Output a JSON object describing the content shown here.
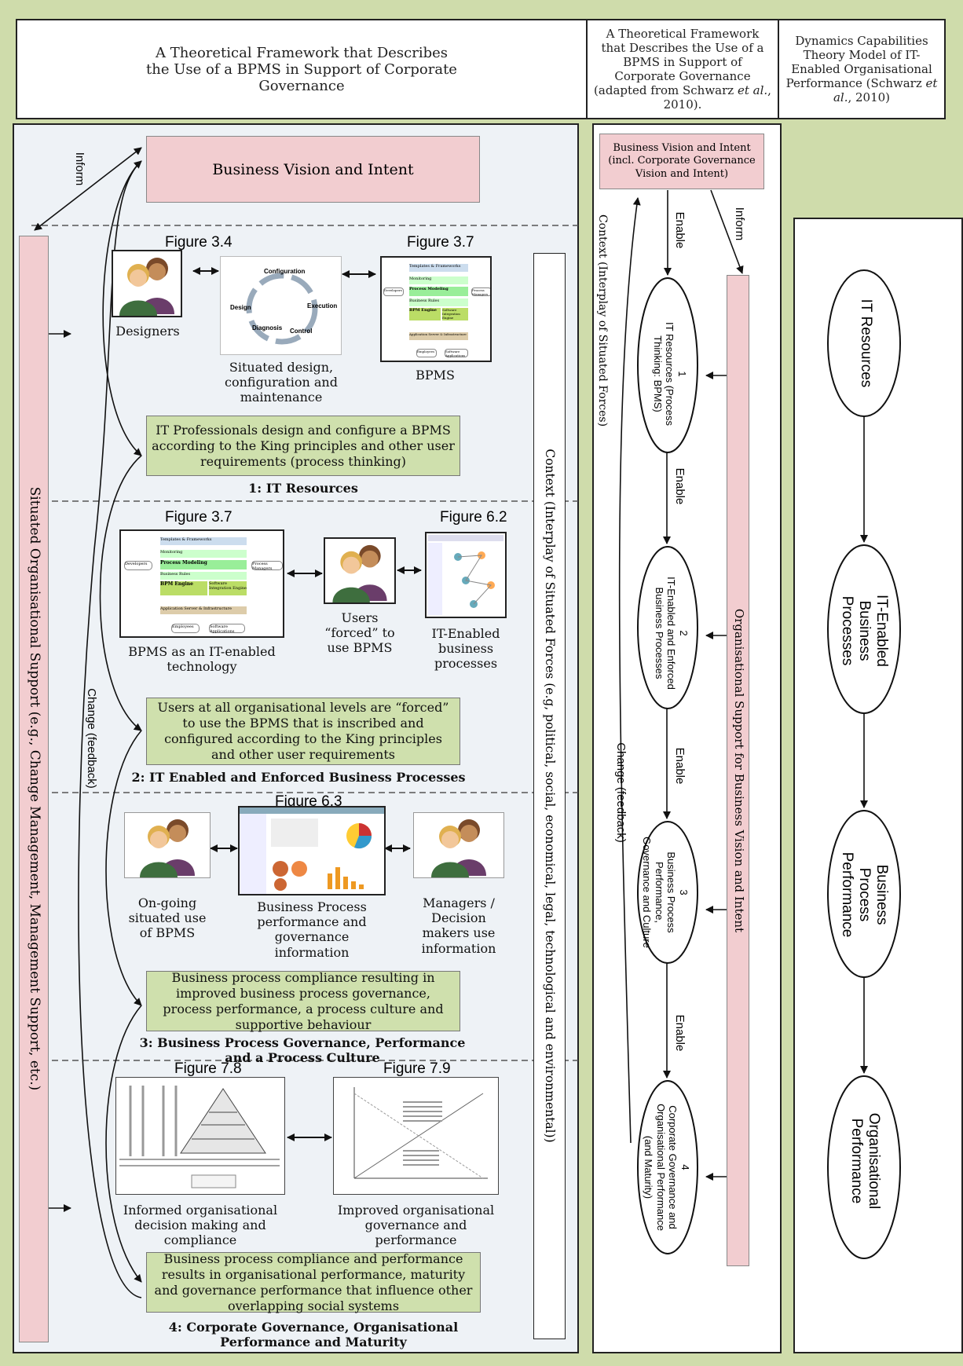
{
  "header": {
    "main_title": "A Theoretical Framework that Describes the Use of a BPMS in Support of Corporate Governance",
    "col2_title_pre": "A Theoretical Framework that Describes the Use of a BPMS in Support of Corporate Governance (adapted from Schwarz ",
    "col2_title_em": "et al.",
    "col2_title_post": ", 2010).",
    "col3_title_pre": "Dynamics Capabilities Theory Model of IT-Enabled Organisational Performance (Schwarz ",
    "col3_title_em": "et al.",
    "col3_title_post": ", 2010)"
  },
  "left": {
    "business_vision": "Business Vision and Intent",
    "inform": "Inform",
    "side_support": "Situated Organisational Support (e.g., Change Management, Management Support, etc.)",
    "change_feedback": "Change (feedback)",
    "context": "Context (Interplay of Situated Forces (e.g, political, social, economical, legal, technological and environmental))",
    "phase1": {
      "fig_a": "Figure 3.4",
      "fig_b": "Figure 3.7",
      "designers": "Designers",
      "situated": "Situated design, configuration and maintenance",
      "bpms": "BPMS",
      "box": "IT Professionals design and configure a BPMS according to the King principles and other user requirements (process thinking)",
      "title": "1: IT Resources",
      "cycle": [
        "Configuration",
        "Execution",
        "Control",
        "Diagnosis",
        "Design"
      ]
    },
    "phase2": {
      "fig_a": "Figure 3.7",
      "fig_b": "Figure 6.2",
      "bpms_tech": "BPMS as an IT-enabled technology",
      "users": "Users “forced” to use BPMS",
      "it_enabled": "IT-Enabled business processes",
      "box": "Users at all organisational levels are “forced” to use the BPMS that is inscribed and configured according to the King principles and other user requirements",
      "title": "2: IT Enabled and Enforced Business Processes"
    },
    "phase3": {
      "fig": "Figure 6.3",
      "ongoing": "On-going situated use of BPMS",
      "bp_perf": "Business Process performance and governance information",
      "managers": "Managers / Decision makers use information",
      "box": "Business process compliance resulting in improved business process governance, process performance, a process culture and supportive behaviour",
      "title": "3: Business Process Governance, Performance and a Process Culture"
    },
    "phase4": {
      "fig_a": "Figure 7.8",
      "fig_b": "Figure 7.9",
      "informed": "Informed organisational decision making and compliance",
      "improved": "Improved organisational governance and performance",
      "box": "Business process compliance and performance results in organisational performance, maturity and governance performance that influence other overlapping social systems",
      "title": "4: Corporate Governance, Organisational Performance and Maturity"
    },
    "bpms_diagram": [
      "Templates & Frameworks",
      "Monitoring",
      "Process Modeling",
      "Business Rules",
      "BPM Engine",
      "Software Integration Engine",
      "Application Server & Infrastructure",
      "Developers",
      "Process Managers",
      "Employees",
      "Software Applications"
    ]
  },
  "middle": {
    "vision": "Business Vision and Intent (incl. Corporate Governance Vision and Intent)",
    "enable": "Enable",
    "inform": "Inform",
    "context": "Context (Interplay of Situated Forces)",
    "change": "Change (feedback)",
    "org_support": "Organisational Support for Business Vision and Intent",
    "nodes": [
      {
        "num": "1",
        "label": "IT Resources (Process Thinking: BPMS)"
      },
      {
        "num": "2",
        "label": "IT-Enabled and Enforced Business Processes"
      },
      {
        "num": "3",
        "label": "Business Process Performance, Governance and Culture"
      },
      {
        "num": "4",
        "label": "Corporate Governance and Organisational Performance (and Maturity)"
      }
    ]
  },
  "right": {
    "nodes": [
      "IT Resources",
      "IT-Enabled Business Processes",
      "Business Process Performance",
      "Organisational Performance"
    ]
  }
}
